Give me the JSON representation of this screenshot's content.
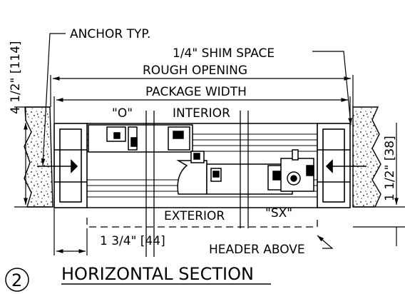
{
  "title": "HORIZONTAL SECTION",
  "section_number": "2",
  "labels": {
    "anchor": "ANCHOR TYP.",
    "shim": "1/4\" SHIM SPACE",
    "rough_opening": "ROUGH OPENING",
    "package_width": "PACKAGE WIDTH",
    "interior": "INTERIOR",
    "exterior": "EXTERIOR",
    "fixed_panel": "\"O\"",
    "sliding_panel": "\"SX\"",
    "header": "HEADER ABOVE"
  },
  "dimensions": {
    "left_vertical": "4 1/2\" [114]",
    "right_vertical": "1 1/2\" [38]",
    "bottom_offset": "1 3/4\" [44]"
  }
}
